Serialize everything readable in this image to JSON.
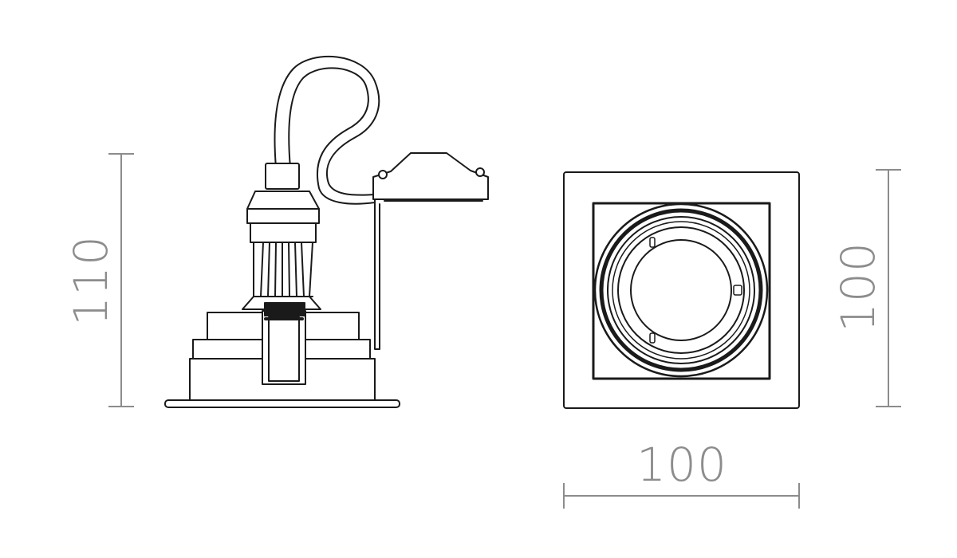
{
  "dimensions": {
    "height": "110",
    "width": "100",
    "depth": "100"
  },
  "colors": {
    "line": "#1a1a1a",
    "dimension": "#8c8c8c",
    "background": "#ffffff"
  }
}
